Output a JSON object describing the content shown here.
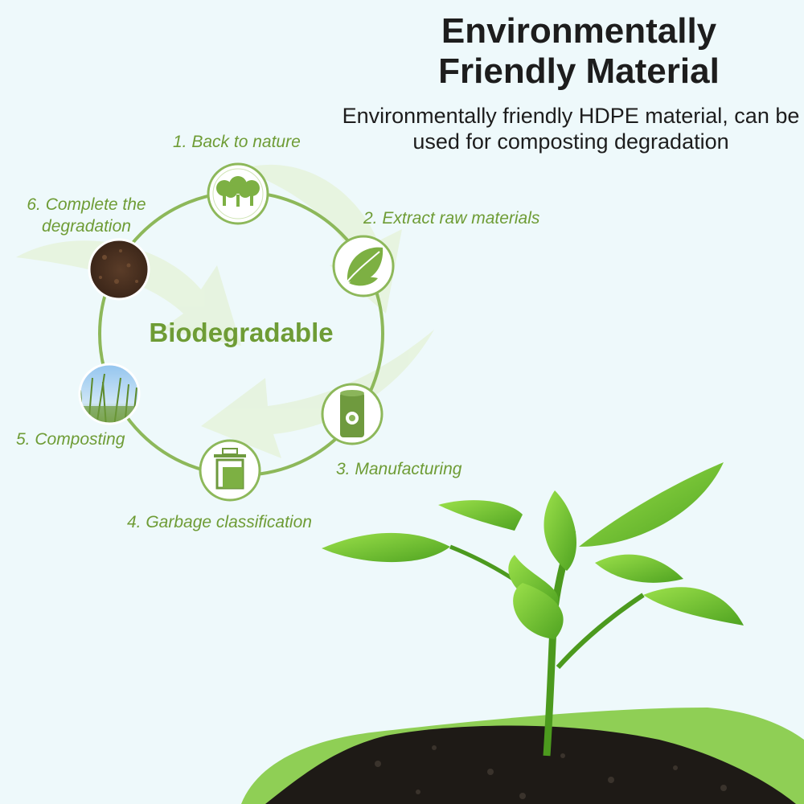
{
  "heading": {
    "title": "Environmentally Friendly Material",
    "subtitle": "Environmentally friendly HDPE material, can be used for composting degradation"
  },
  "cycle": {
    "center_label": "Biodegradable",
    "steps": [
      {
        "label": "1. Back to nature",
        "icon": "trees-icon"
      },
      {
        "label": "2. Extract raw materials",
        "icon": "leaf-icon"
      },
      {
        "label": "3. Manufacturing",
        "icon": "bag-roll-icon"
      },
      {
        "label": "4. Garbage classification",
        "icon": "trash-bin-icon"
      },
      {
        "label": "5. Composting",
        "icon": "grass-photo-icon"
      },
      {
        "label": "6. Complete the degradation",
        "icon": "soil-photo-icon"
      }
    ]
  },
  "colors": {
    "background": "#eef9fb",
    "accent_green": "#6e9c35",
    "ring_green": "#8db85a",
    "heading_text": "#1d1d1d"
  }
}
